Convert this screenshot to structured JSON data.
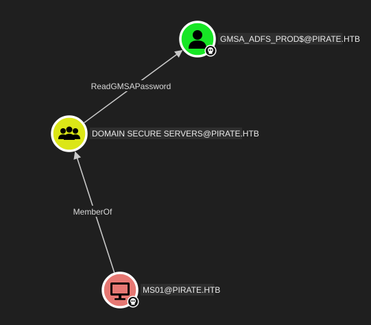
{
  "graph": {
    "nodes": [
      {
        "id": "gmsa",
        "label": "GMSA_ADFS_PROD$@PIRATE.HTB",
        "type": "user",
        "icon": "user-icon",
        "color": "#17e625",
        "badge": "owned-skull-icon"
      },
      {
        "id": "group",
        "label": "DOMAIN SECURE SERVERS@PIRATE.HTB",
        "type": "group",
        "icon": "group-icon",
        "color": "#dbe617",
        "badge": null
      },
      {
        "id": "computer",
        "label": "MS01@PIRATE.HTB",
        "type": "computer",
        "icon": "computer-icon",
        "color": "#e67873",
        "badge": "owned-skull-icon"
      }
    ],
    "edges": [
      {
        "from": "computer",
        "to": "group",
        "label": "MemberOf"
      },
      {
        "from": "group",
        "to": "gmsa",
        "label": "ReadGMSAPassword"
      }
    ],
    "colors": {
      "background": "#1f1f1f",
      "edge": "#c8c8c8",
      "node_border": "#ffffff",
      "icon": "#000000"
    }
  }
}
